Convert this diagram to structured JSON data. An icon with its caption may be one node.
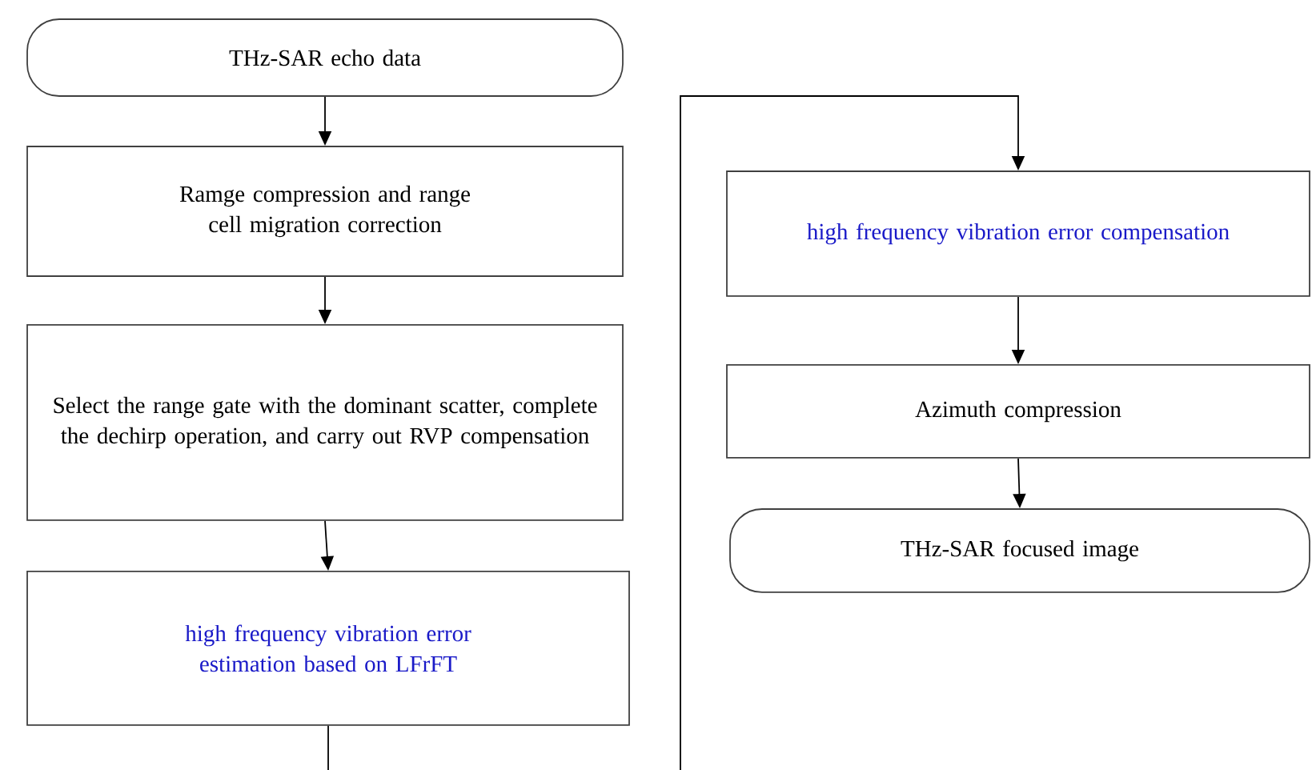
{
  "diagram": {
    "nodes": [
      {
        "text": [
          "THz-SAR echo data"
        ]
      },
      {
        "text": [
          "Ramge compression and range cell migration correction"
        ]
      },
      {
        "text": [
          "Select the range gate with the dominant scatter, complete the dechirp operation, and carry out RVP compensation"
        ]
      },
      {
        "text": [
          "high frequency vibration error estimation based on LFrFT"
        ]
      },
      {
        "text": [
          "high frequency vibration error compensation"
        ]
      },
      {
        "text": [
          "Azimuth compression"
        ]
      },
      {
        "text": [
          "THz-SAR focused image"
        ]
      }
    ],
    "edges": [
      {
        "from": 0,
        "to": 1,
        "arrow": "to"
      },
      {
        "from": 1,
        "to": 2,
        "arrow": "to"
      },
      {
        "from": 2,
        "to": 3,
        "arrow": "to"
      },
      {
        "from": 3,
        "to": 4,
        "arrow": "to"
      },
      {
        "from": 4,
        "to": 5,
        "arrow": "to"
      },
      {
        "from": 5,
        "to": 6,
        "arrow": "to"
      }
    ]
  }
}
